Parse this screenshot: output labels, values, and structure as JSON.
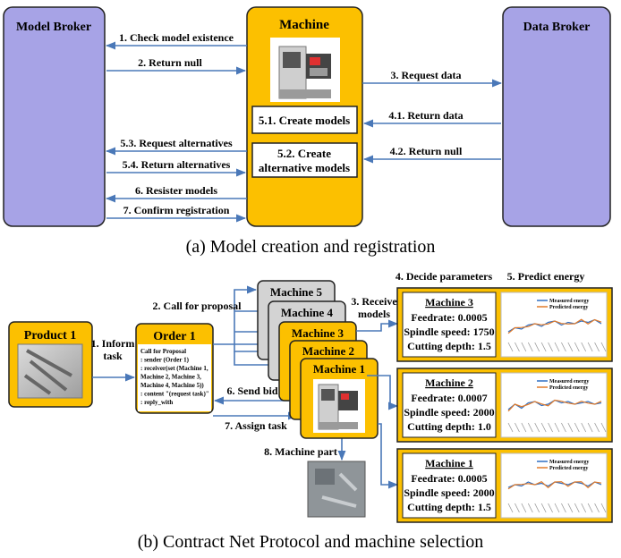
{
  "part_a": {
    "caption": "(a) Model creation and registration",
    "model_broker": "Model Broker",
    "machine": "Machine",
    "data_broker": "Data Broker",
    "create_models": "5.1. Create models",
    "create_alt_line1": "5.2. Create",
    "create_alt_line2": "alternative models",
    "arrows": {
      "check_model": "1. Check model existence",
      "return_null_1": "2. Return null",
      "request_data": "3. Request data",
      "return_data": "4.1. Return data",
      "return_null_2": "4.2. Return null",
      "request_alternatives": "5.3. Request alternatives",
      "return_alternatives": "5.4. Return alternatives",
      "resister_models": "6. Resister models",
      "confirm_registration": "7. Confirm registration"
    }
  },
  "part_b": {
    "caption": "(b) Contract Net Protocol and machine selection",
    "product": "Product 1",
    "inform_task_line1": "1. Inform",
    "inform_task_line2": "task",
    "order": "Order 1",
    "proposal_lines": [
      "Call for Proposal",
      ": sender (Order 1)",
      ": receiver(set (Machine 1,",
      "  Machine 2, Machine 3,",
      "  Machine 4, Machine 5))",
      ": content \"(request task)\"",
      ": reply_with"
    ],
    "call_for_proposal": "2. Call for proposal",
    "receive_models_line1": "3. Receive",
    "receive_models_line2": "models",
    "send_bid": "6. Send bid",
    "assign_task": "7. Assign task",
    "machine_part": "8. Machine part",
    "decide_parameters": "4. Decide parameters",
    "predict_energy": "5. Predict energy",
    "machines": [
      "Machine 5",
      "Machine 4",
      "Machine 3",
      "Machine 2",
      "Machine 1"
    ],
    "param_cards": [
      {
        "title": "Machine 3",
        "feedrate": "Feedrate: 0.0005",
        "spindle": "Spindle speed: 1750",
        "depth": "Cutting depth: 1.5"
      },
      {
        "title": "Machine 2",
        "feedrate": "Feedrate: 0.0007",
        "spindle": "Spindle speed: 2000",
        "depth": "Cutting depth: 1.0"
      },
      {
        "title": "Machine 1",
        "feedrate": "Feedrate: 0.0005",
        "spindle": "Spindle speed: 2000",
        "depth": "Cutting depth: 1.5"
      }
    ],
    "legend_measured": "Measured energy",
    "legend_predicted": "Predicted energy"
  },
  "colors": {
    "broker_fill": "#a7a3e6",
    "machine_fill": "#fcc000",
    "arrow": "#4a78b8",
    "gray_machine": "#d3d3d3",
    "measured_line": "#2f6fc2",
    "predicted_line": "#e07a2a"
  }
}
